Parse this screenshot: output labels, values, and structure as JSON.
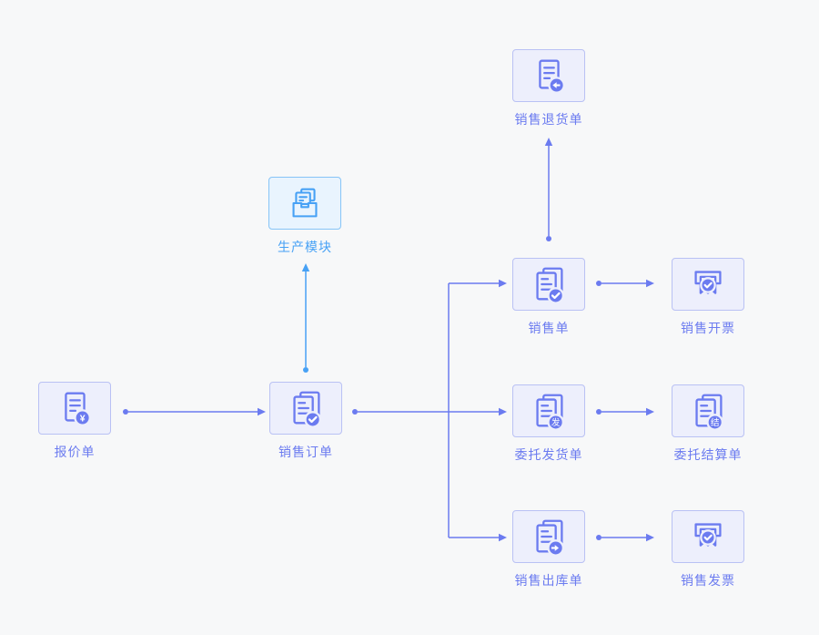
{
  "diagram": {
    "title": "sales-process-flow",
    "background": "#f7f8f9"
  },
  "palette": {
    "purple": "#6b7bf0",
    "purple_box_bg": "#edeffc",
    "purple_box_border": "#b9c1f4",
    "blue": "#47a1f5",
    "blue_box_bg": "#e9f4fe",
    "blue_box_border": "#86c4f7"
  },
  "nodes": [
    {
      "id": "quotation",
      "label": "报价单",
      "icon": "document-yuan-icon",
      "theme": "purple",
      "badge": "¥"
    },
    {
      "id": "production-module",
      "label": "生产模块",
      "icon": "inbox-archive-icon",
      "theme": "blue"
    },
    {
      "id": "sales-order",
      "label": "销售订单",
      "icon": "documents-check-icon",
      "theme": "purple"
    },
    {
      "id": "sales-return",
      "label": "销售退货单",
      "icon": "document-return-icon",
      "theme": "purple"
    },
    {
      "id": "sales-slip",
      "label": "销售单",
      "icon": "documents-check-icon",
      "theme": "purple"
    },
    {
      "id": "sales-invoicing",
      "label": "销售开票",
      "icon": "receipt-check-icon",
      "theme": "purple"
    },
    {
      "id": "consign-delivery",
      "label": "委托发货单",
      "icon": "documents-dispatch-icon",
      "theme": "purple",
      "badge": "发"
    },
    {
      "id": "consign-settlement",
      "label": "委托结算单",
      "icon": "documents-settle-icon",
      "theme": "purple",
      "badge": "结"
    },
    {
      "id": "sales-outbound",
      "label": "销售出库单",
      "icon": "documents-arrow-right-icon",
      "theme": "purple"
    },
    {
      "id": "sales-invoice",
      "label": "销售发票",
      "icon": "receipt-check-icon",
      "theme": "purple"
    }
  ],
  "edges": [
    {
      "from": "报价单",
      "to": "销售订单"
    },
    {
      "from": "销售订单",
      "to": "生产模块"
    },
    {
      "from": "销售订单",
      "to": "销售单"
    },
    {
      "from": "销售订单",
      "to": "委托发货单"
    },
    {
      "from": "销售订单",
      "to": "销售出库单"
    },
    {
      "from": "销售单",
      "to": "销售退货单"
    },
    {
      "from": "销售单",
      "to": "销售开票"
    },
    {
      "from": "委托发货单",
      "to": "委托结算单"
    },
    {
      "from": "销售出库单",
      "to": "销售发票"
    }
  ]
}
